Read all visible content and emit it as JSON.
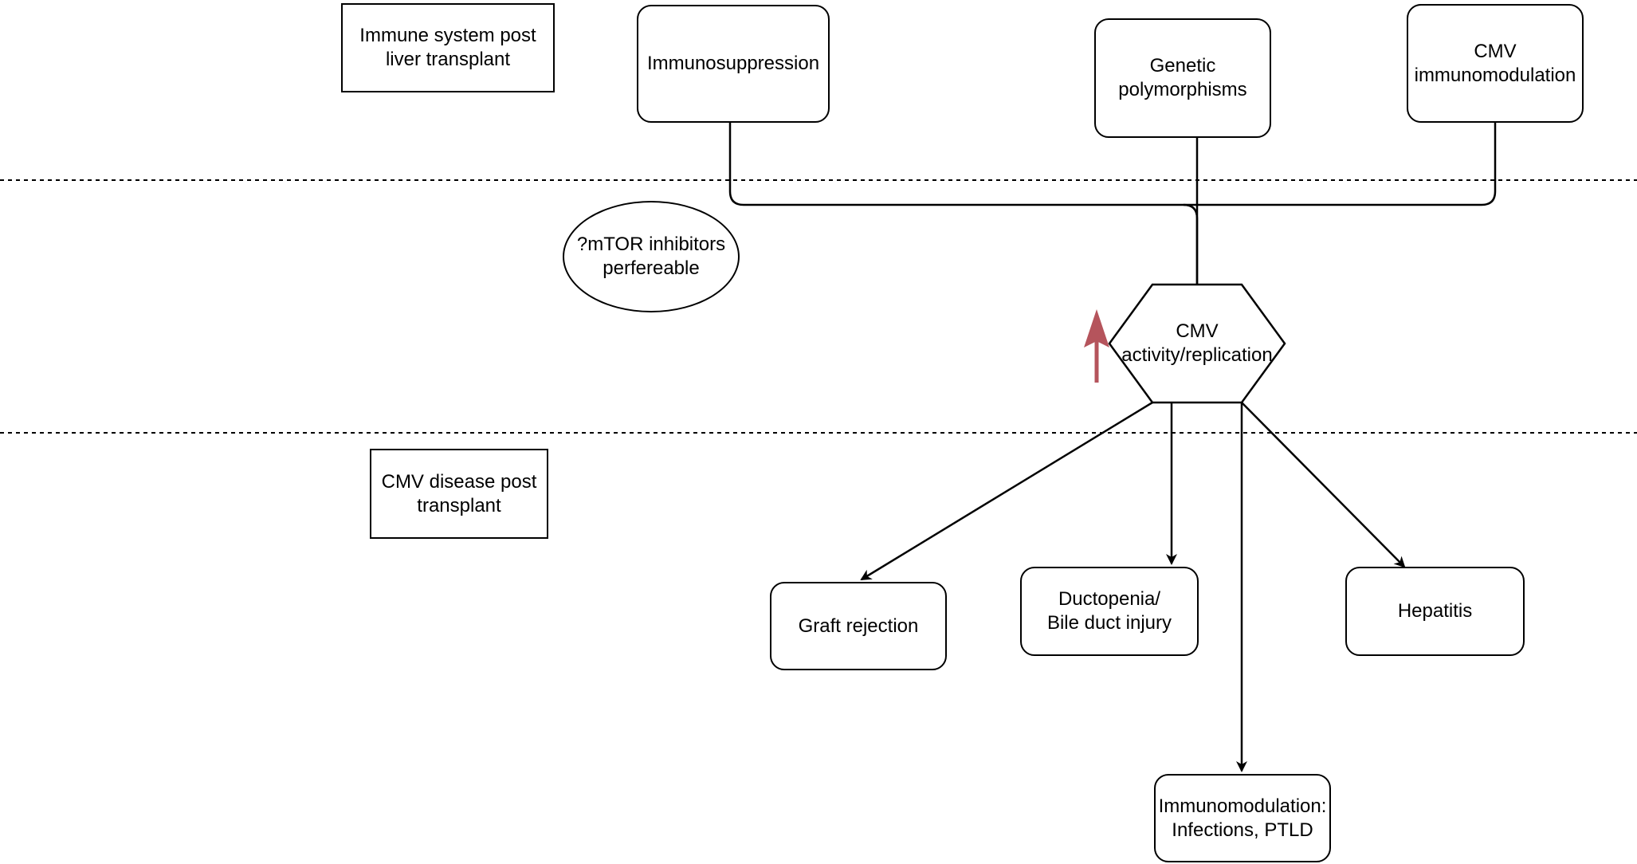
{
  "nodes": {
    "immune_system": "Immune system post\nliver transplant",
    "immunosuppression": "Immunosuppression",
    "genetic_polymorphisms": "Genetic\npolymorphisms",
    "cmv_immunomodulation": "CMV\nimmunomodulation",
    "mtor_inhibitors": "?mTOR inhibitors\nperfereable",
    "cmv_activity": "CMV\nactivity/replication",
    "cmv_disease": "CMV disease post\ntransplant",
    "graft_rejection": "Graft rejection",
    "ductopenia": "Ductopenia/\nBile duct injury",
    "hepatitis": "Hepatitis",
    "immunomodulation_infections": "Immunomodulation:\nInfections, PTLD"
  },
  "colors": {
    "line": "#000000",
    "up_arrow": "#b5545c"
  },
  "icons": {
    "increase_indicator": "up-arrow-icon"
  }
}
